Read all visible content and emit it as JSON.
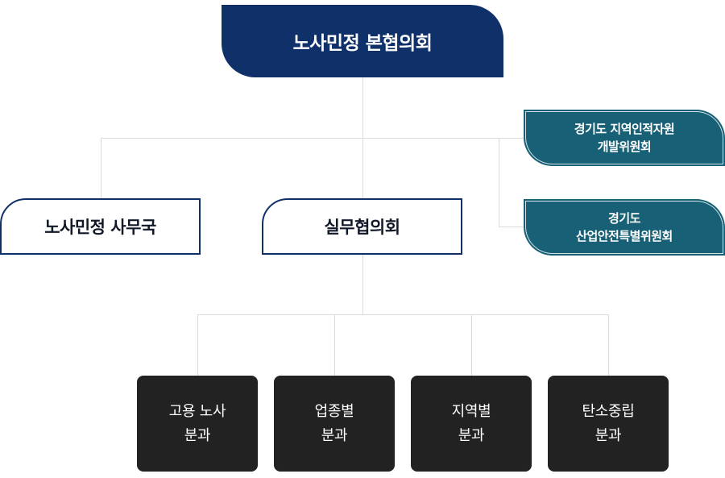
{
  "top_council": {
    "label": "노사민정 본협의회"
  },
  "secretariat": {
    "label": "노사민정 사무국"
  },
  "working_council": {
    "label": "실무협의회"
  },
  "side_committees": [
    {
      "line1": "경기도 지역인적자원",
      "line2": "개발위원회"
    },
    {
      "line1": "경기도",
      "line2": "산업안전특별위원회"
    }
  ],
  "subcommittees": [
    {
      "line1": "고용 노사",
      "line2": "분과"
    },
    {
      "line1": "업종별",
      "line2": "분과"
    },
    {
      "line1": "지역별",
      "line2": "분과"
    },
    {
      "line1": "탄소중립",
      "line2": "분과"
    }
  ],
  "colors": {
    "navy": "#10306a",
    "teal": "#176076",
    "dark": "#222222",
    "connector": "#dcdcdc"
  }
}
